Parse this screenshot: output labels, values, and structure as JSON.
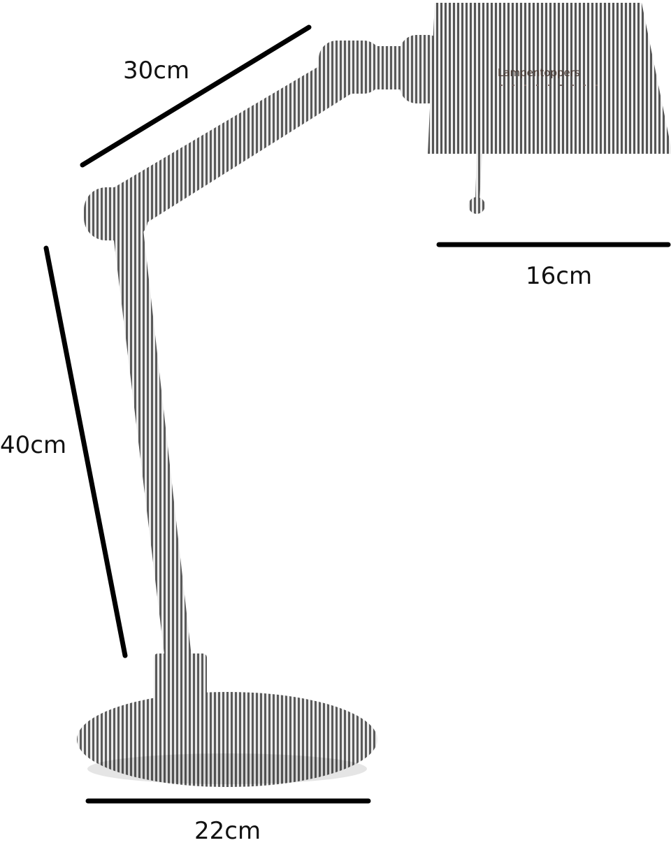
{
  "dimensions": {
    "upper_arm": "30cm",
    "lower_arm": "40cm",
    "shade_width": "16cm",
    "base_width": "22cm"
  },
  "watermark": {
    "brand": "Lampentoppers"
  },
  "colors": {
    "stripe_dark": "#555555",
    "stripe_light": "#e9e9e9",
    "dimension_line": "#000000",
    "background": "#ffffff"
  }
}
